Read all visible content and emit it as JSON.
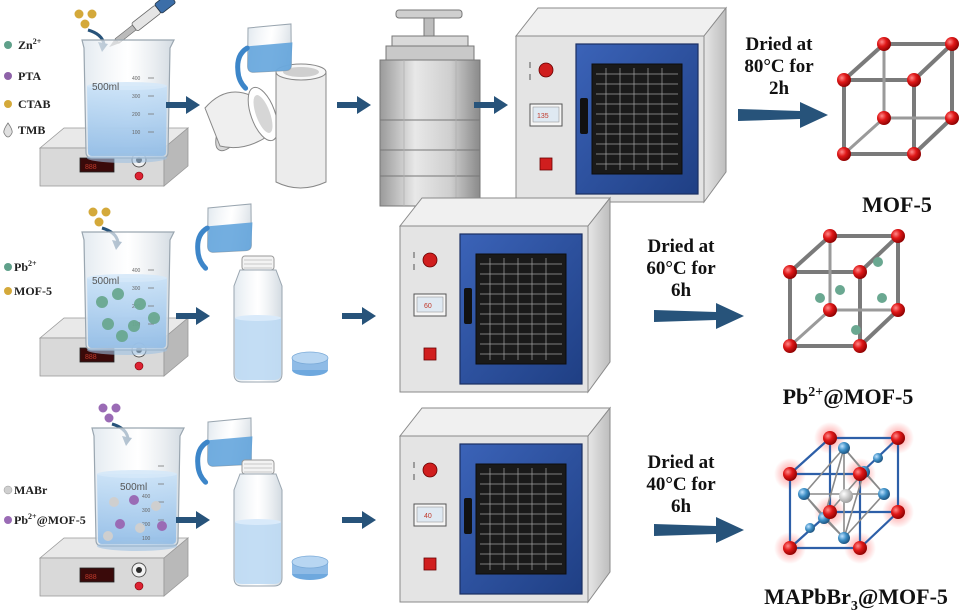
{
  "colors": {
    "arrow": "#27537a",
    "zn": "#5fa08a",
    "pta": "#8e62a8",
    "ctab": "#d4a93a",
    "tmb": "#cccccc",
    "mabr": "#cfcfcf",
    "pb_mof": "#9a6bb5",
    "oven_door": "#2b4f9e",
    "node_red": "#e01818",
    "node_blue": "#3d8fc6",
    "liquid": "#a9cdef"
  },
  "beaker_volume": "500ml",
  "beaker_ticks": [
    "400",
    "300",
    "200",
    "100"
  ],
  "row1": {
    "legend": {
      "zn": {
        "base": "Zn",
        "sup": "2+"
      },
      "pta": "PTA",
      "ctab": "CTAB",
      "tmb": "TMB"
    },
    "oven_display": "135",
    "drying": {
      "line1": "Dried at",
      "line2": "80°C for",
      "line3": "2h"
    },
    "product": "MOF-5"
  },
  "row2": {
    "legend": {
      "pb": {
        "base": "Pb",
        "sup": "2+"
      },
      "mof": "MOF-5"
    },
    "oven_display": "60",
    "drying": {
      "line1": "Dried at",
      "line2": "60°C for",
      "line3": "6h"
    },
    "product": {
      "base": "Pb",
      "sup": "2+",
      "rest": "@MOF-5"
    }
  },
  "row3": {
    "legend": {
      "mabr": "MABr",
      "pbmof": {
        "base": "Pb",
        "sup": "2+",
        "rest": "@MOF-5"
      }
    },
    "oven_display": "40",
    "drying": {
      "line1": "Dried at",
      "line2": "40°C for",
      "line3": "6h"
    },
    "product": {
      "base": "MAPbBr",
      "sub": "3",
      "rest": "@MOF-5"
    }
  }
}
